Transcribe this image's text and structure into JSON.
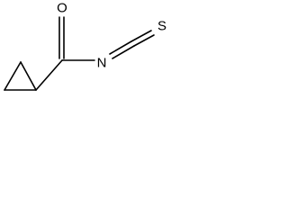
{
  "molecule": {
    "atoms": [
      {
        "id": "O1",
        "label": "O"
      },
      {
        "id": "N1",
        "label": "N"
      },
      {
        "id": "S1",
        "label": "S"
      }
    ]
  },
  "colors": {
    "bond": "#000000",
    "label": "#000000",
    "background": "#ffffff"
  }
}
